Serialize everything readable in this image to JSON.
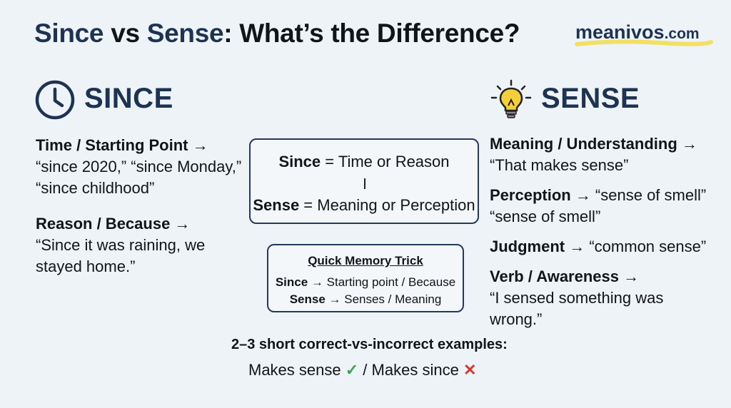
{
  "header": {
    "title_part1": "Since",
    "title_part2": " vs ",
    "title_part3": "Sense",
    "title_part4": ": What’s the Difference?",
    "logo_main": "meanivos",
    "logo_domain": ".com"
  },
  "since": {
    "heading": "SINCE",
    "icon": "clock-icon",
    "entries": [
      {
        "label": "Time / Starting Point →",
        "text": "“since 2020,” “since Monday,” “since childhood”"
      },
      {
        "label": "Reason / Because →",
        "text": "“Since it was raining, we stayed home.”"
      }
    ]
  },
  "sense": {
    "heading": "SENSE",
    "icon": "lightbulb-icon",
    "entries": [
      {
        "label": "Meaning / Understanding →",
        "text": "“That makes sense”"
      },
      {
        "label": "Perception",
        "inline": " → “sense of smell”",
        "text": "“sense of smell”"
      },
      {
        "label": "Judgment",
        "inline": " → “common sense”"
      },
      {
        "label": "Verb / Awareness →",
        "text": "“I sensed something was wrong.”"
      }
    ]
  },
  "summary_box": {
    "since_word": "Since",
    "since_def": " = Time or Reason",
    "separator": "|",
    "sense_word": "Sense",
    "sense_def": " = Meaning or Perception"
  },
  "memory_trick": {
    "title": "Quick Memory Trick",
    "since_word": "Since",
    "since_text": " → Starting point / Because",
    "sense_word": "Sense",
    "sense_text": " → Senses / Meaning"
  },
  "examples": {
    "title": "2–3 short correct-vs-incorrect examples:",
    "correct": "Makes sense",
    "correct_mark": "✓",
    "divider": " / ",
    "incorrect": "Makes since",
    "incorrect_mark": "✕"
  },
  "colors": {
    "brand_navy": "#1e3352",
    "highlight_yellow": "#f2dc4a",
    "check_green": "#3aa84a",
    "cross_red": "#d8362b",
    "bulb_yellow": "#f4cf3a"
  }
}
